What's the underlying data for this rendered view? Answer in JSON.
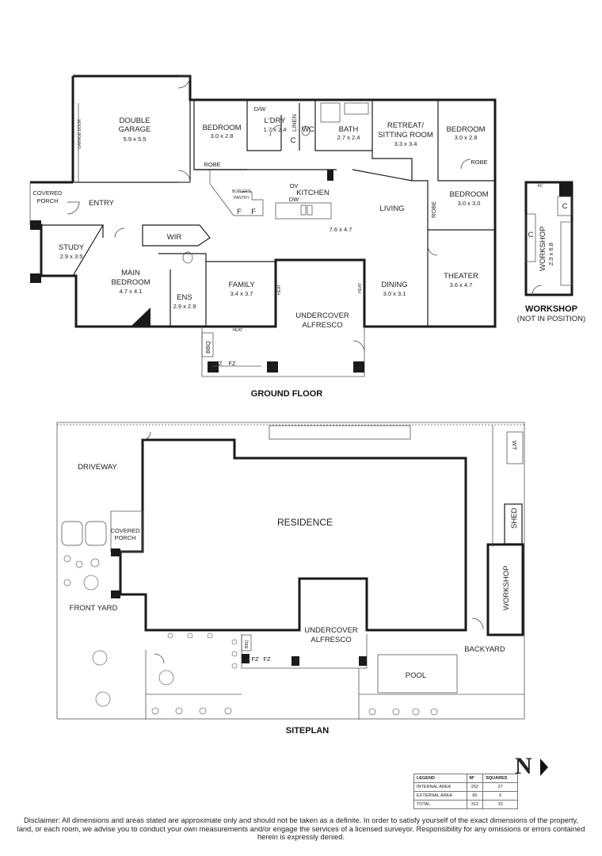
{
  "ground_floor": {
    "heading": "GROUND FLOOR",
    "rooms": {
      "garage_name": "DOUBLE\nGARAGE",
      "garage_size": "5.9 x 5.5",
      "garage_door": "GARAGE DOOR",
      "bed2_name": "BEDROOM",
      "bed2_size": "3.0 x 2.8",
      "bed2_robe": "ROBE",
      "dw_top": "D/W",
      "dry_name": "L'DRY",
      "dry_size": "1.7 x 2.4",
      "linen": "LINEN",
      "wc": "WC",
      "c_dry": "C",
      "bath_name": "BATH",
      "bath_size": "2.7 x 2.4",
      "retreat_name": "RETREAT/",
      "retreat_name2": "SITTING ROOM",
      "retreat_size": "3.3 x 3.4",
      "bed3_name": "BEDROOM",
      "bed3_size": "3.0 x 2.8",
      "bed3_robe": "ROBE",
      "porch_name": "COVERED",
      "porch_name2": "PORCH",
      "entry": "ENTRY",
      "butler": "BUTLER'S",
      "butler2": "PANTRY",
      "f1": "F",
      "f2": "F",
      "kitchen_ov": "OV",
      "kitchen_name": "KITCHEN",
      "kitchen_dw": "DW",
      "kitchen_size": "7.6 x 4.7",
      "living": "LIVING",
      "bed4_name": "BEDROOM",
      "bed4_size": "3.0 x 3.0",
      "bed4_robe": "ROBE",
      "study_name": "STUDY",
      "study_size": "2.9 x 3.5",
      "wir": "WIR",
      "main_name": "MAIN",
      "main_name2": "BEDROOM",
      "main_size": "4.7 x 4.1",
      "ens_name": "ENS",
      "ens_size": "2.9 x 2.9",
      "family_name": "FAMILY",
      "family_size": "3.4 x 3.7",
      "heat1": "HEAT",
      "heat2": "HEAT",
      "heat3": "HEAT",
      "dining_name": "DINING",
      "dining_size": "3.0 x 3.1",
      "theater_name": "THEATER",
      "theater_size": "3.6 x 4.7",
      "alfresco_name": "UNDERCOVER",
      "alfresco_name2": "ALFRESCO",
      "bbq": "BBQ",
      "fz1": "FZ",
      "fz2": "FZ"
    }
  },
  "workshop": {
    "heading": "WORKSHOP",
    "subheading": "(NOT IN POSITION)",
    "label": "WORKSHOP",
    "size": "2.3 x 6.8",
    "ac": "AC",
    "c1": "C",
    "c2": "C"
  },
  "siteplan": {
    "heading": "SITEPLAN",
    "driveway": "DRIVEWAY",
    "residence": "RESIDENCE",
    "porch": "COVERED",
    "porch2": "PORCH",
    "front_yard": "FRONT YARD",
    "alfresco": "UNDERCOVER",
    "alfresco2": "ALFRESCO",
    "bbq": "BBQ",
    "fz1": "FZ",
    "fz2": "FZ",
    "pool": "POOL",
    "backyard": "BACKYARD",
    "shed": "SHED",
    "workshop": "WORKSHOP",
    "wt": "WT"
  },
  "legend": {
    "headers": [
      "LEGEND",
      "M²",
      "SQUARES"
    ],
    "rows": [
      {
        "label": "INTERNAL AREA",
        "m2": "252",
        "squares": "27"
      },
      {
        "label": "EXTERNAL AREA",
        "m2": "60",
        "squares": "6"
      },
      {
        "label": "TOTAL",
        "m2": "312",
        "squares": "33"
      }
    ]
  },
  "north": "N",
  "disclaimer": "Disclaimer: All dimensions and areas stated are approximate only and should not be taken as a definite. In order to satisfy yourself of the exact dimensions of the property, land, or each room, we advise you to conduct your own measurements and/or engage the services of a licensed surveyor. Responsibility for any omissions or errors contained herein is expressly denied."
}
